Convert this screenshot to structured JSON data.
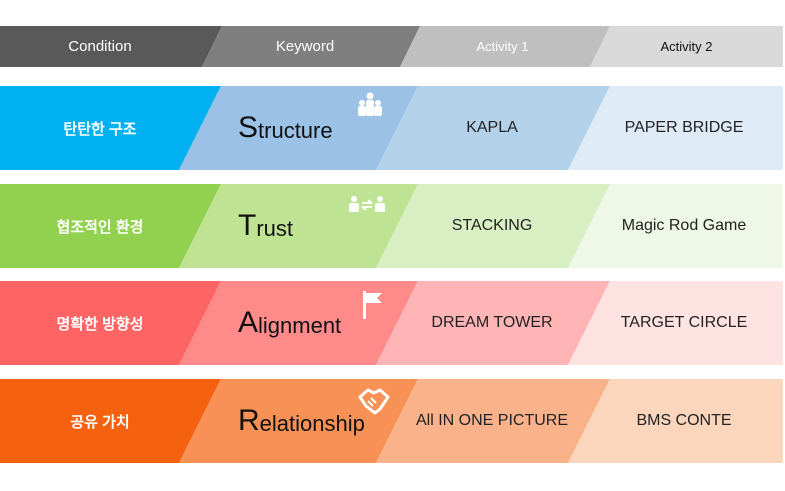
{
  "header": {
    "columns": [
      "Condition",
      "Keyword",
      "Activity 1",
      "Activity 2"
    ],
    "colors": [
      "#595959",
      "#7f7f7f",
      "#bfbfbf",
      "#d9d9d9"
    ],
    "text_colors": [
      "#ffffff",
      "#ffffff",
      "#ffffff",
      "#111111"
    ]
  },
  "rows": [
    {
      "condition": "탄탄한 구조",
      "keyword_initial": "S",
      "keyword_rest": "tructure",
      "icon": "people-group-icon",
      "activity1": "KAPLA",
      "activity2": "PAPER BRIDGE",
      "colors": [
        "#00b0f0",
        "#9bc2e6",
        "#b4d1ea",
        "#deeaf6"
      ]
    },
    {
      "condition": "협조적인 환경",
      "keyword_initial": "T",
      "keyword_rest": "rust",
      "icon": "people-exchange-icon",
      "activity1": "STACKING",
      "activity2": "Magic Rod Game",
      "colors": [
        "#92d050",
        "#bde393",
        "#d8efc3",
        "#eff8e6"
      ]
    },
    {
      "condition": "명확한 방향성",
      "keyword_initial": "A",
      "keyword_rest": "lignment",
      "icon": "flag-icon",
      "activity1": "DREAM TOWER",
      "activity2": "TARGET CIRCLE",
      "colors": [
        "#ff6464",
        "#ff8a8a",
        "#ffb5b5",
        "#ffe3e3"
      ]
    },
    {
      "condition": "공유 가치",
      "keyword_initial": "R",
      "keyword_rest": "elationship",
      "icon": "handshake-icon",
      "activity1": "All IN ONE PICTURE",
      "activity2": "BMS CONTE",
      "colors": [
        "#f5620f",
        "#f79155",
        "#fab28a",
        "#fcd5bd"
      ]
    }
  ]
}
